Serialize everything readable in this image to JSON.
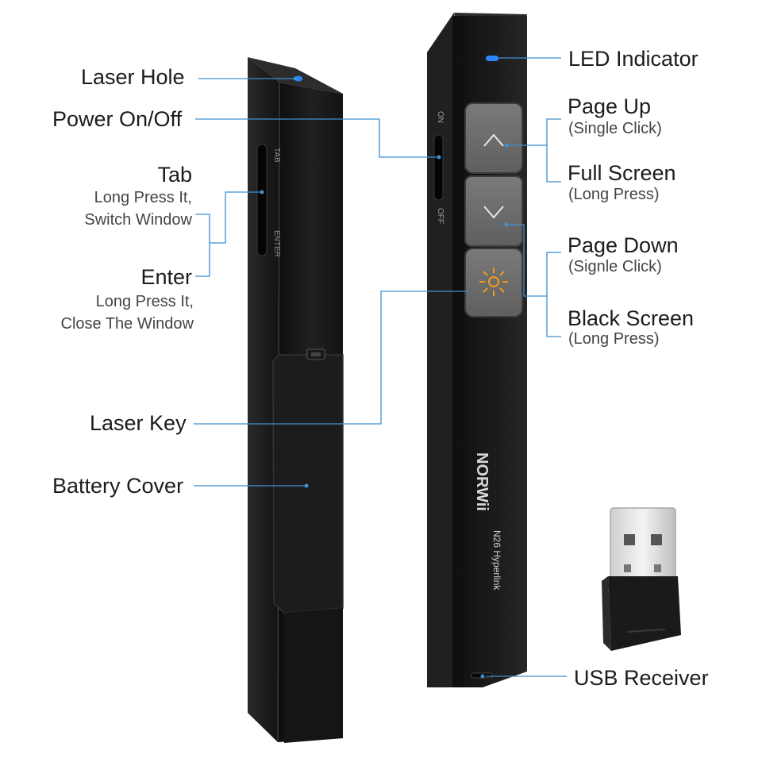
{
  "labels": {
    "laser_hole": "Laser Hole",
    "power": "Power On/Off",
    "tab_title": "Tab",
    "tab_desc_1": "Long Press It,",
    "tab_desc_2": "Switch Window",
    "enter_title": "Enter",
    "enter_desc_1": "Long Press It,",
    "enter_desc_2": "Close The Window",
    "laser_key": "Laser Key",
    "battery_cover": "Battery Cover",
    "led_indicator": "LED Indicator",
    "page_up": "Page Up",
    "page_up_desc": "(Single Click)",
    "full_screen": "Full Screen",
    "full_screen_desc": "(Long Press)",
    "page_down": "Page Down",
    "page_down_desc": "(Signle Click)",
    "black_screen": "Black Screen",
    "black_screen_desc": "(Long Press)",
    "usb_receiver": "USB Receiver"
  },
  "device_text": {
    "side_tab": "TAB",
    "side_enter": "ENTER",
    "switch_on": "ON",
    "switch_off": "OFF",
    "brand": "NORWii",
    "model": "N26 Hyperlink"
  },
  "colors": {
    "leader_line": "#3f8fcf",
    "led_blue": "#2a86ff",
    "laser_orange": "#f29a1a",
    "device_body": "#141414",
    "button_gray": "#6e6e6e"
  },
  "icons": {
    "up_button": "chevron-up-icon",
    "down_button": "chevron-down-icon",
    "laser_button": "laser-sun-icon"
  }
}
